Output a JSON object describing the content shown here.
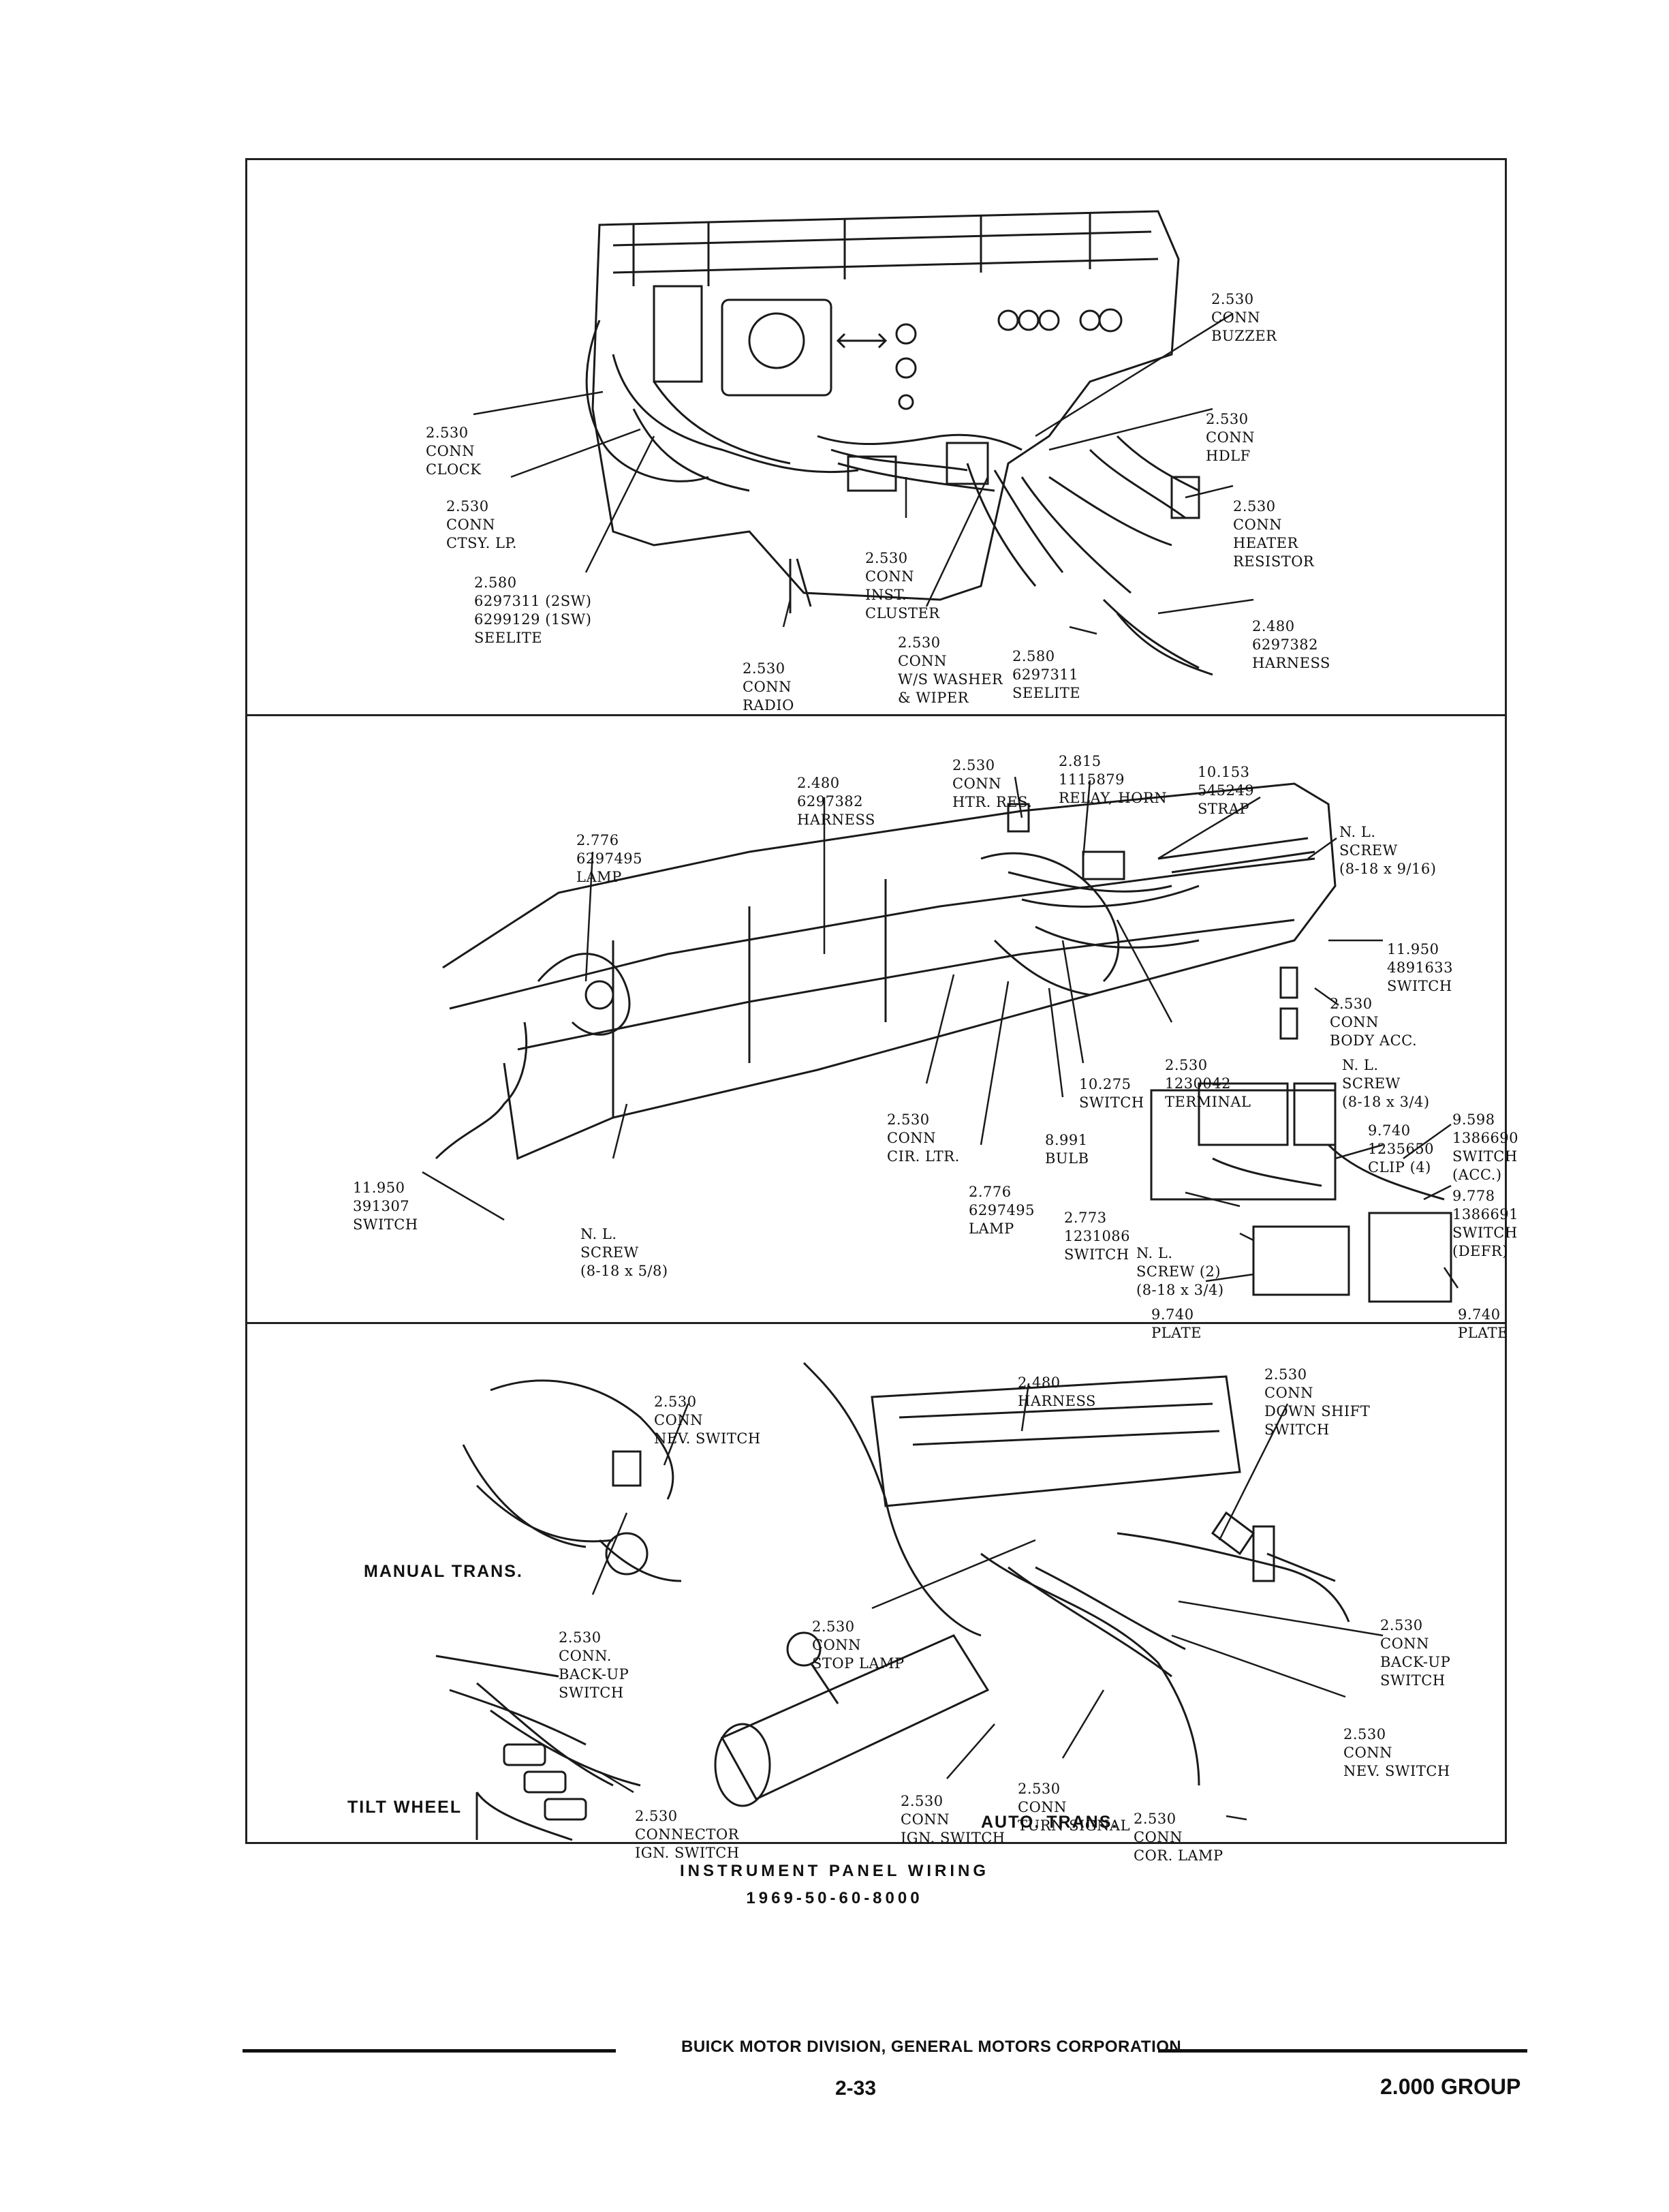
{
  "figure": {
    "title": "INSTRUMENT PANEL WIRING",
    "code": "1969-50-60-8000"
  },
  "footer": {
    "division": "BUICK MOTOR DIVISION, GENERAL MOTORS CORPORATION",
    "page": "2-33",
    "group": "2.000 GROUP"
  },
  "panel_top": {
    "callouts": [
      {
        "lines": [
          "2.530",
          "CONN",
          "BUZZER"
        ]
      },
      {
        "lines": [
          "2.530",
          "CONN",
          "HDLF"
        ]
      },
      {
        "lines": [
          "2.530",
          "CONN",
          "CLOCK"
        ]
      },
      {
        "lines": [
          "2.530",
          "CONN",
          "CTSY. LP."
        ]
      },
      {
        "lines": [
          "2.580",
          "6297311 (2SW)",
          "6299129 (1SW)",
          "SEELITE"
        ]
      },
      {
        "lines": [
          "2.530",
          "CONN",
          "INST.",
          "CLUSTER"
        ]
      },
      {
        "lines": [
          "2.530",
          "CONN",
          "HEATER",
          "RESISTOR"
        ]
      },
      {
        "lines": [
          "2.480",
          "6297382",
          "HARNESS"
        ]
      },
      {
        "lines": [
          "2.530",
          "CONN",
          "RADIO"
        ]
      },
      {
        "lines": [
          "2.530",
          "CONN",
          "W/S WASHER",
          "& WIPER"
        ]
      },
      {
        "lines": [
          "2.580",
          "6297311",
          "SEELITE"
        ]
      }
    ]
  },
  "panel_middle": {
    "callouts": [
      {
        "lines": [
          "2.480",
          "6297382",
          "HARNESS"
        ]
      },
      {
        "lines": [
          "2.530",
          "CONN",
          "HTR. RES."
        ]
      },
      {
        "lines": [
          "2.815",
          "1115879",
          "RELAY, HORN"
        ]
      },
      {
        "lines": [
          "10.153",
          "545249",
          "STRAP"
        ]
      },
      {
        "lines": [
          "2.776",
          "6297495",
          "LAMP"
        ]
      },
      {
        "lines": [
          "N. L.",
          "SCREW",
          "(8-18 x 9/16)"
        ]
      },
      {
        "lines": [
          "11.950",
          "4891633",
          "SWITCH"
        ]
      },
      {
        "lines": [
          "2.530",
          "CONN",
          "BODY ACC."
        ]
      },
      {
        "lines": [
          "N. L.",
          "SCREW",
          "(8-18 x 3/4)"
        ]
      },
      {
        "lines": [
          "2.530",
          "1230042",
          "TERMINAL"
        ]
      },
      {
        "lines": [
          "10.275",
          "SWITCH"
        ]
      },
      {
        "lines": [
          "2.530",
          "CONN",
          "CIR. LTR."
        ]
      },
      {
        "lines": [
          "8.991",
          "BULB"
        ]
      },
      {
        "lines": [
          "9.598",
          "1386690",
          "SWITCH",
          "(ACC.)"
        ]
      },
      {
        "lines": [
          "9.740",
          "1235650",
          "CLIP (4)"
        ]
      },
      {
        "lines": [
          "9.778",
          "1386691",
          "SWITCH",
          "(DEFR)"
        ]
      },
      {
        "lines": [
          "11.950",
          "391307",
          "SWITCH"
        ]
      },
      {
        "lines": [
          "2.776",
          "6297495",
          "LAMP"
        ]
      },
      {
        "lines": [
          "2.773",
          "1231086",
          "SWITCH"
        ]
      },
      {
        "lines": [
          "N. L.",
          "SCREW",
          "(8-18 x 5/8)"
        ]
      },
      {
        "lines": [
          "N. L.",
          "SCREW (2)",
          "(8-18 x 3/4)"
        ]
      },
      {
        "lines": [
          "9.740",
          "PLATE"
        ]
      },
      {
        "lines": [
          "9.740",
          "PLATE"
        ]
      }
    ]
  },
  "panel_bottom": {
    "labels": [
      "MANUAL TRANS.",
      "TILT WHEEL",
      "AUTO. TRANS."
    ],
    "callouts": [
      {
        "lines": [
          "2.530",
          "CONN",
          "NEV. SWITCH"
        ]
      },
      {
        "lines": [
          "2.480",
          "HARNESS"
        ]
      },
      {
        "lines": [
          "2.530",
          "CONN",
          "DOWN SHIFT",
          "SWITCH"
        ]
      },
      {
        "lines": [
          "2.530",
          "CONN.",
          "BACK-UP",
          "SWITCH"
        ]
      },
      {
        "lines": [
          "2.530",
          "CONN",
          "STOP LAMP"
        ]
      },
      {
        "lines": [
          "2.530",
          "CONN",
          "BACK-UP",
          "SWITCH"
        ]
      },
      {
        "lines": [
          "2.530",
          "CONN",
          "NEV. SWITCH"
        ]
      },
      {
        "lines": [
          "2.530",
          "CONN",
          "TURN SIGNAL"
        ]
      },
      {
        "lines": [
          "2.530",
          "CONNECTOR",
          "IGN. SWITCH"
        ]
      },
      {
        "lines": [
          "2.530",
          "CONN",
          "IGN. SWITCH"
        ]
      },
      {
        "lines": [
          "2.530",
          "CONN",
          "COR. LAMP"
        ]
      }
    ]
  }
}
